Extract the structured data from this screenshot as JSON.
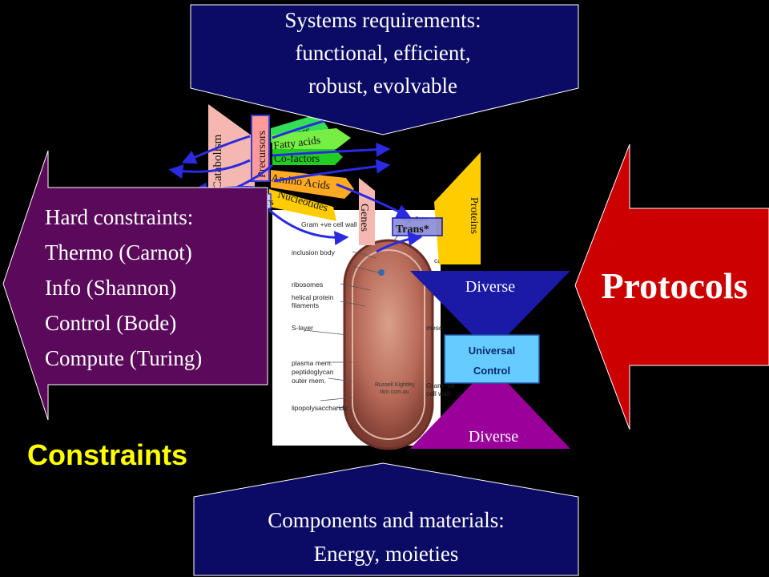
{
  "top_arrow": {
    "lines": [
      "Systems requirements:",
      "functional, efficient,",
      "robust, evolvable"
    ],
    "fill": "#0b0b66"
  },
  "bottom_arrow": {
    "lines": [
      "Components and materials:",
      "Energy, moieties"
    ],
    "fill": "#0b0b66"
  },
  "left_arrow": {
    "lines": [
      "Hard constraints:",
      "Thermo (Carnot)",
      "Info (Shannon)",
      "Control (Bode)",
      "Compute (Turing)"
    ],
    "fill": "#5b0a5b"
  },
  "right_arrow": {
    "label": "Protocols",
    "fill": "#cc0000"
  },
  "constraints_label": {
    "text": "Constraints",
    "color": "#ffff00"
  },
  "bowtie": {
    "top_label": "Diverse",
    "bottom_label": "Diverse",
    "core_lines": [
      "Universal",
      "Control"
    ],
    "top_fill": "#1a1aa6",
    "bottom_fill": "#9b009b",
    "core_fill": "#66ccff"
  },
  "metabolism": {
    "catabolism": "Catabolism",
    "precursors": "Precursors",
    "carriers": "Carriers",
    "sugars": "Sugars",
    "fatty_acids": "Fatty acids",
    "cofactors": "Co-factors",
    "amino_acids": "Amino Acids",
    "nucleotides": "Nucleotides",
    "genes": "Genes",
    "proteins": "Proteins",
    "trans": "Trans*"
  },
  "cell_labels": {
    "flagellum": "flagellum",
    "gram_pos_wall": "Gram +ve cell wall",
    "inclusion_body": "inclusion body",
    "capsule": "capsule",
    "ribosomes": "ribosomes",
    "helical": "helical protein",
    "filaments": "filaments",
    "s_layer": "S-layer",
    "plasma_mem": "plasma mem.",
    "peptidoglycan": "peptidoglycan",
    "outer_mem": "outer mem.",
    "lipopolysaccharide": "lipopolysaccharide",
    "meso": "meso",
    "gram_neg_1": "Gram -ve",
    "gram_neg_2": "cell wall",
    "credit_1": "Russell Kightley",
    "credit_2": "rkm.com.au"
  }
}
